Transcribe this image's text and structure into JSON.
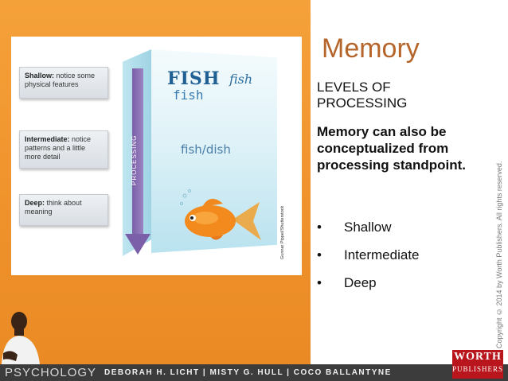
{
  "slide": {
    "title": "Memory",
    "subhead": "LEVELS OF PROCESSING",
    "body": "Memory can also be conceptualized from processing standpoint.",
    "bullets": [
      {
        "marker": "•",
        "text": "Shallow"
      },
      {
        "marker": "•",
        "text": "Intermediate"
      },
      {
        "marker": "•",
        "text": "Deep"
      }
    ]
  },
  "figure": {
    "levels": [
      {
        "term": "Shallow:",
        "desc": "notice some physical features"
      },
      {
        "term": "Intermediate:",
        "desc": "notice patterns and a little more detail"
      },
      {
        "term": "Deep:",
        "desc": "think about meaning"
      }
    ],
    "arrow_label": "PROCESSING",
    "word_bold": "FISH",
    "word_italic": "fish",
    "word_small": "fish",
    "word_pair": "fish/dish",
    "photo_credit": "Gunnar Pippel/Shutterstock",
    "colors": {
      "arrow": "#7b5fa8",
      "fish_text": "#1f5f94"
    }
  },
  "footer": {
    "series": "PSYCHOLOGY",
    "authors": "DEBORAH H. LICHT  |  MISTY G. HULL  |  COCO BALLANTYNE",
    "publisher_line1": "WORTH",
    "publisher_line2": "PUBLISHERS",
    "copyright": "Copyright © 2014 by Worth Publishers. All rights reserved."
  },
  "theme": {
    "accent": "#b5642a",
    "orange": "#f0932c",
    "footer_bg": "#3c3c3c",
    "logo_red": "#b8161c"
  }
}
